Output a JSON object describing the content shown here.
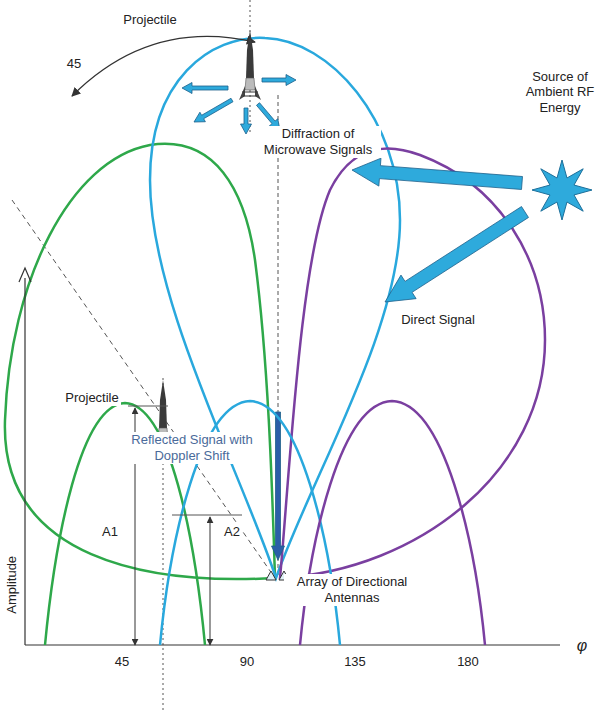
{
  "diagram": {
    "labels": [
      "Projectile",
      "45",
      "Source of Ambient RF Energy",
      "Diffraction of Microwave Signals",
      "Reflected Signal with Doppler Shift",
      "Direct Signal",
      "Array of Directional Antennas",
      "Projectile",
      "A1",
      "A2",
      "Amplitude",
      "φ",
      "45",
      "90",
      "135",
      "180"
    ]
  }
}
